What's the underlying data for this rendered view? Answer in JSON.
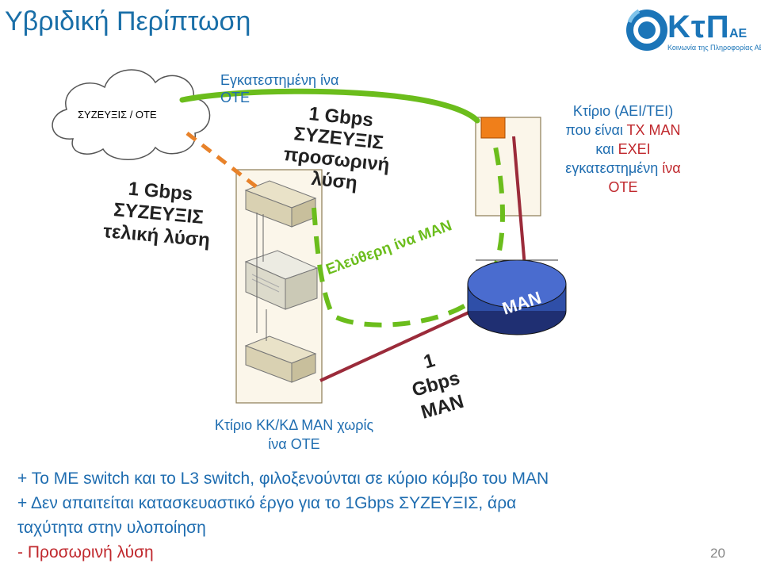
{
  "slide": {
    "title": "Υβριδική Περίπτωση",
    "page_number": "20"
  },
  "logo": {
    "text": "ΚτΠ",
    "suffix": "ΑΕ",
    "tagline": "Κοινωνία της Πληροφορίας ΑΕ",
    "color": "#1b75b8"
  },
  "diagram": {
    "cloud_label": "ΣΥΖΕΥΞΙΣ / ΟΤΕ",
    "ote_installed_line1": "Εγκατεστημένη ίνα",
    "ote_installed_line2": "ΟΤΕ",
    "temp_solution_line1": "1 Gbps",
    "temp_solution_line2": "ΣΥΖΕΥΞΙΣ",
    "temp_solution_line3": "προσωρινή",
    "temp_solution_line4": "λύση",
    "final_solution_line1": "1 Gbps",
    "final_solution_line2": "ΣΥΖΕΥΞΙΣ",
    "final_solution_line3": "τελική λύση",
    "building_right_line1": "Κτίριο (ΑΕΙ/ΤΕΙ)",
    "building_right_line2a": "που είναι ",
    "building_right_line2b": "ΤΧ ΜΑΝ",
    "building_right_line3a": "και ",
    "building_right_line3b": "ΕΧΕΙ",
    "building_right_line4a": "εγκατεστημένη ",
    "building_right_line4b": "ίνα",
    "building_right_line5": "ΟΤΕ",
    "free_ote_label": "Ελεύθερη ίνα ΜΑΝ",
    "man_node_label": "MAN",
    "gbps_man_line1": "1",
    "gbps_man_line2": "Gbps",
    "gbps_man_line3": "MAN",
    "building_left_line1": "Κτίριο ΚΚ/ΚΔ ΜΑΝ χωρίς",
    "building_left_line2": "ίνα ΟΤΕ"
  },
  "bullets": [
    "+ Το ΜΕ switch και το L3 switch, φιλοξενούνται σε κύριο κόμβο του ΜΑΝ",
    "+ Δεν απαιτείται κατασκευαστικό έργο για το 1Gbps ΣΥΖΕΥΞΙΣ, άρα",
    "ταχύτητα στην υλοποίηση",
    "- Προσωρινή λύση"
  ],
  "colors": {
    "title_blue": "#1a6fa8",
    "text_blue": "#1f6db0",
    "red": "#c0282d",
    "green_fiber": "#6bbd1c",
    "orange_dashed": "#e8822a",
    "maroon_line": "#9b2b3a",
    "man_node": "#2f4fa8"
  }
}
